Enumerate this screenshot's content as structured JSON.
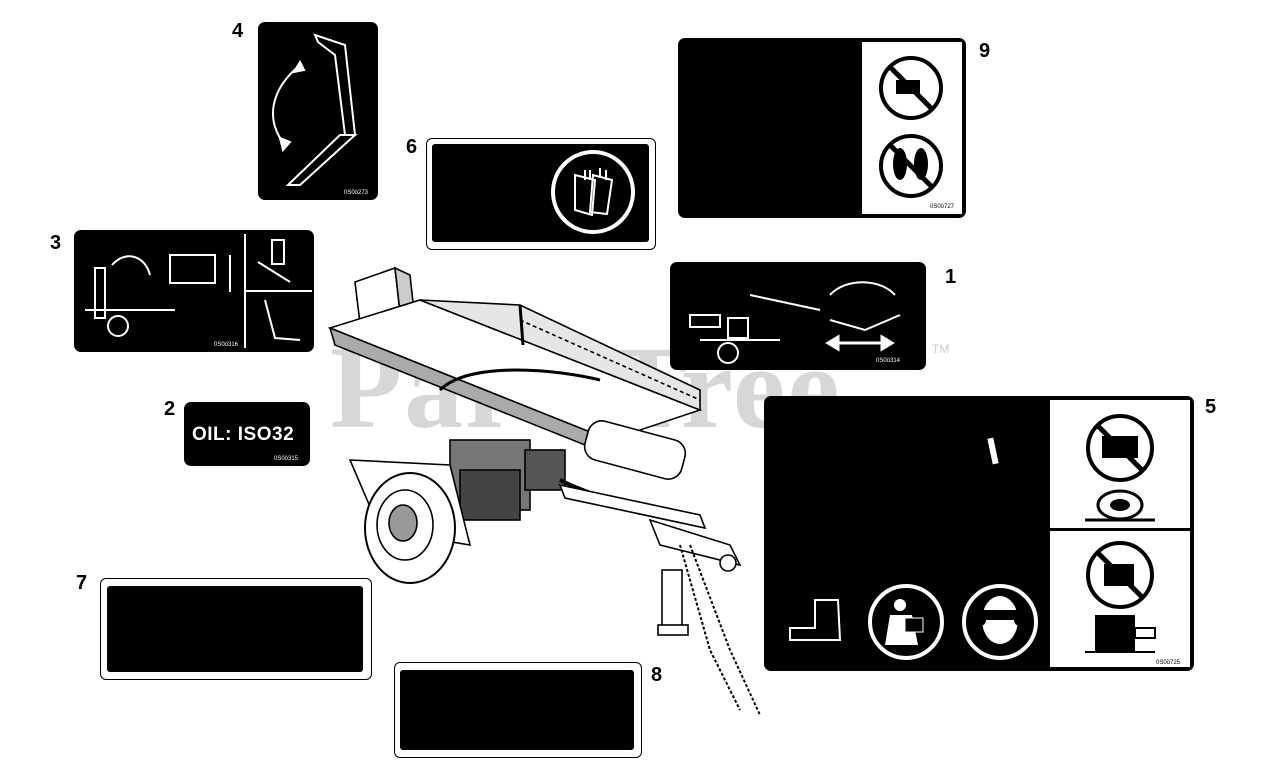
{
  "watermark": {
    "text": "PartsTree",
    "trademark": "TM",
    "color": "#d0d0d0"
  },
  "callouts": [
    {
      "id": "1",
      "label": "1"
    },
    {
      "id": "2",
      "label": "2"
    },
    {
      "id": "3",
      "label": "3"
    },
    {
      "id": "4",
      "label": "4"
    },
    {
      "id": "5",
      "label": "5"
    },
    {
      "id": "6",
      "label": "6"
    },
    {
      "id": "7",
      "label": "7"
    },
    {
      "id": "8",
      "label": "8"
    },
    {
      "id": "9",
      "label": "9"
    }
  ],
  "decals": {
    "d1": {
      "code": "0S0ö314",
      "icons": [
        "valve-lever-icon",
        "horizontal-arrow-icon",
        "curved-arrow-icon"
      ]
    },
    "d2": {
      "text": "OIL: ISO32",
      "code": "0S0ö315"
    },
    "d3": {
      "code": "0S0ö316",
      "icons": [
        "log-splitter-icon",
        "hand-pinch-icon",
        "foot-crush-icon"
      ]
    },
    "d4": {
      "code": "0S0ö273",
      "icons": [
        "vertical-position-icon"
      ]
    },
    "d5": {
      "code": "0S0ö725",
      "icons": [
        "no-hands-on-log-icon",
        "no-exhaust-touch-icon",
        "safety-boot-icon",
        "read-manual-icon",
        "eye-ear-protection-icon"
      ]
    },
    "d6": {
      "icons": [
        "gloves-icon"
      ]
    },
    "d7": {
      "code": ""
    },
    "d8": {
      "code": ""
    },
    "d9": {
      "code": "0S0ö727",
      "icons": [
        "no-tow-ride-icon",
        "no-feet-icon"
      ]
    }
  },
  "colors": {
    "decal": "#000000",
    "background": "#ffffff",
    "watermark": "#d0d0d0"
  }
}
